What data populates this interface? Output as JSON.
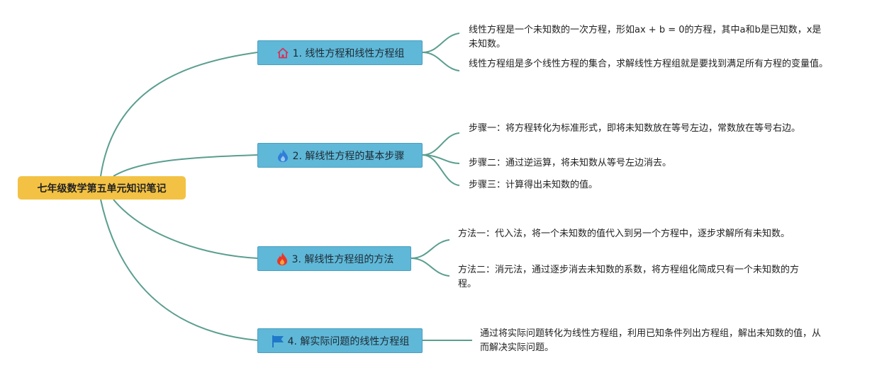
{
  "root": {
    "label": "七年级数学第五单元知识笔记"
  },
  "branches": [
    {
      "label": "1. 线性方程和线性方程组",
      "icon": "house-icon",
      "leaves": [
        "线性方程是一个未知数的一次方程，形如ax + b = 0的方程，其中a和b是已知数，x是未知数。",
        "线性方程组是多个线性方程的集合，求解线性方程组就是要找到满足所有方程的变量值。"
      ]
    },
    {
      "label": "2. 解线性方程的基本步骤",
      "icon": "droplet-flame-icon",
      "leaves": [
        "步骤一：将方程转化为标准形式，即将未知数放在等号左边，常数放在等号右边。",
        "步骤二：通过逆运算，将未知数从等号左边消去。",
        "步骤三：计算得出未知数的值。"
      ]
    },
    {
      "label": "3. 解线性方程组的方法",
      "icon": "fire-icon",
      "leaves": [
        "方法一：代入法，将一个未知数的值代入到另一个方程中，逐步求解所有未知数。",
        "方法二：消元法，通过逐步消去未知数的系数，将方程组化简成只有一个未知数的方程。"
      ]
    },
    {
      "label": "4. 解实际问题的线性方程组",
      "icon": "flag-icon",
      "leaves": [
        "通过将实际问题转化为线性方程组，利用已知条件列出方程组，解出未知数的值，从而解决实际问题。"
      ]
    }
  ],
  "colors": {
    "root_fill": "#f3c244",
    "branch_fill": "#5fb8d8",
    "connector": "#5a9e8f"
  }
}
